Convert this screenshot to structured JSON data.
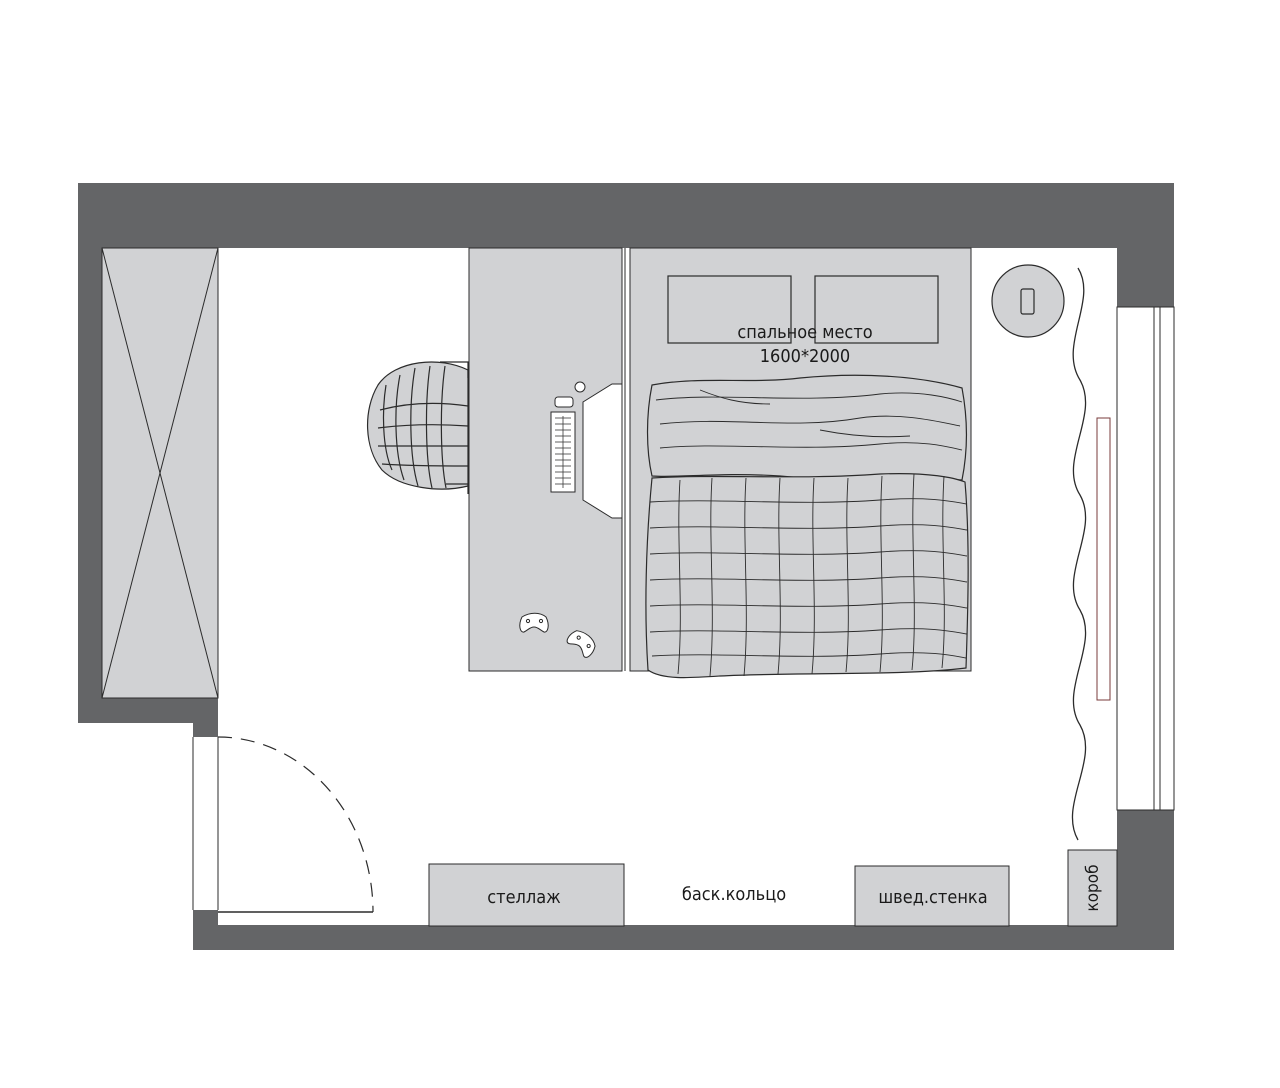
{
  "labels": {
    "bed_title": "спальное место",
    "bed_size": "1600*2000",
    "shelving": "стеллаж",
    "basket_ring": "баск.кольцо",
    "wall_bars": "швед.стенка",
    "duct_box": "короб"
  },
  "colors": {
    "wall": "#646567",
    "furniture": "#d1d2d4",
    "line": "#2b2b2b",
    "background": "#ffffff"
  }
}
